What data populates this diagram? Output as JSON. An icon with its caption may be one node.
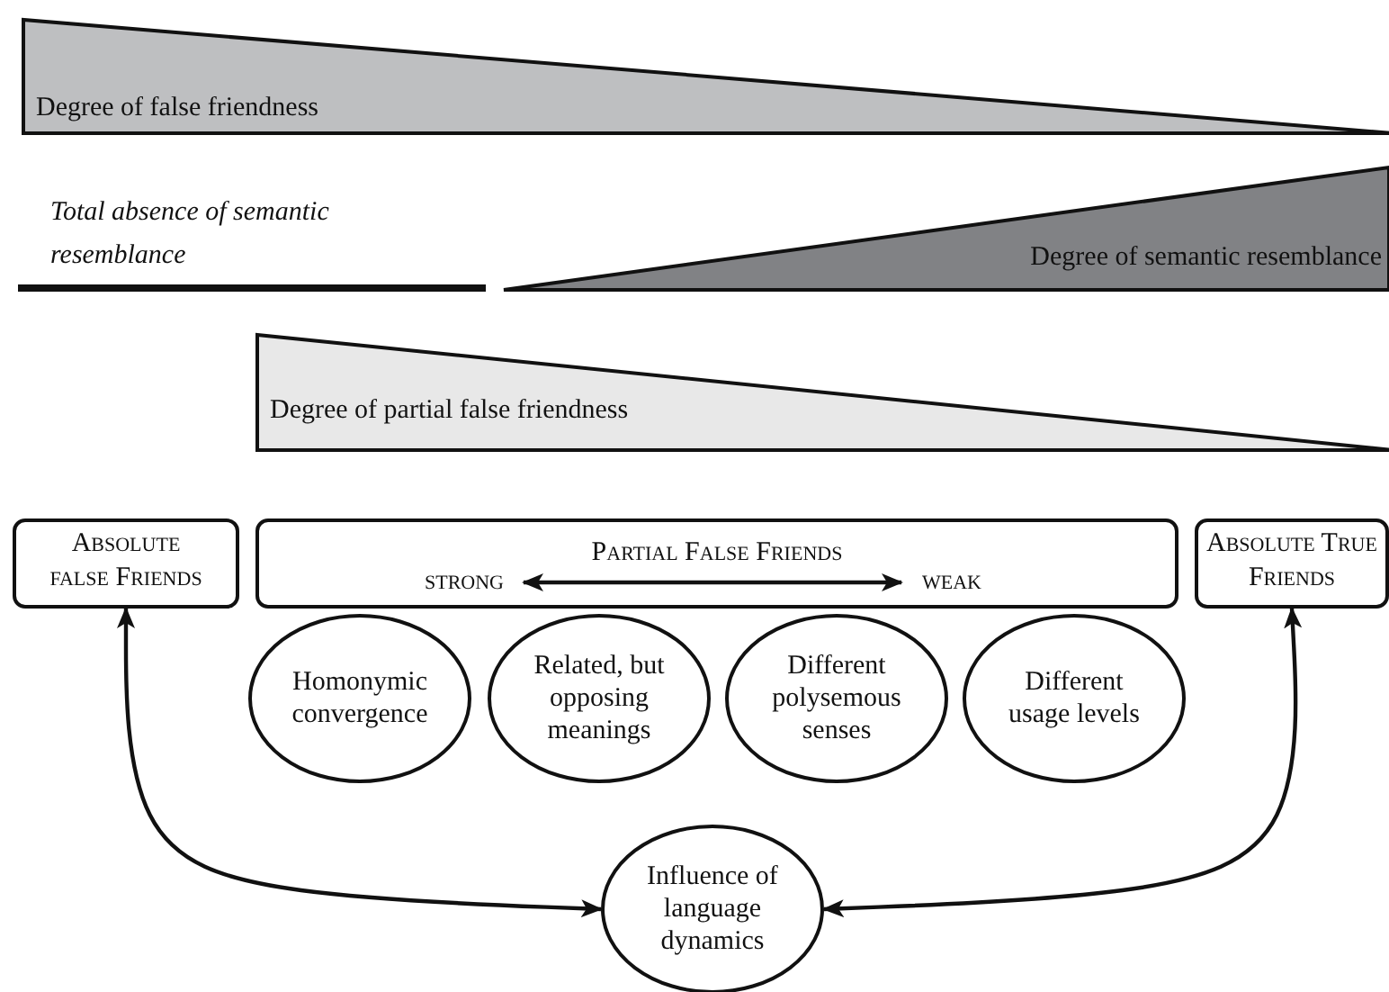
{
  "diagram": {
    "nodes": [
      {
        "text": [
          "Degree of false friendness"
        ]
      },
      {
        "text": [
          "Degree of semantic resemblance"
        ]
      },
      {
        "text": [
          "Degree of partial false friendness"
        ]
      },
      {
        "text": [
          "Absolute false Friends"
        ]
      },
      {
        "text": [
          "Partial False Friends"
        ]
      },
      {
        "text": [
          "strong"
        ],
        "in": 4
      },
      {
        "text": [
          "weak"
        ],
        "in": 4
      },
      {
        "text": [
          "Absolute True Friends"
        ]
      },
      {
        "text": [
          "Homonymic convergence"
        ]
      },
      {
        "text": [
          "Related, but opposing meanings"
        ]
      },
      {
        "text": [
          "Different polysemous senses"
        ]
      },
      {
        "text": [
          "Different usage levels"
        ]
      },
      {
        "text": [
          "Influence of language dynamics"
        ]
      }
    ],
    "edges": [
      {
        "from": 5,
        "to": 6,
        "arrow": "both"
      },
      {
        "from": 12,
        "to": 3,
        "arrow": "both"
      },
      {
        "from": 12,
        "to": 7,
        "arrow": "both"
      }
    ],
    "labels": [
      "Total absence of semantic resemblance"
    ]
  }
}
